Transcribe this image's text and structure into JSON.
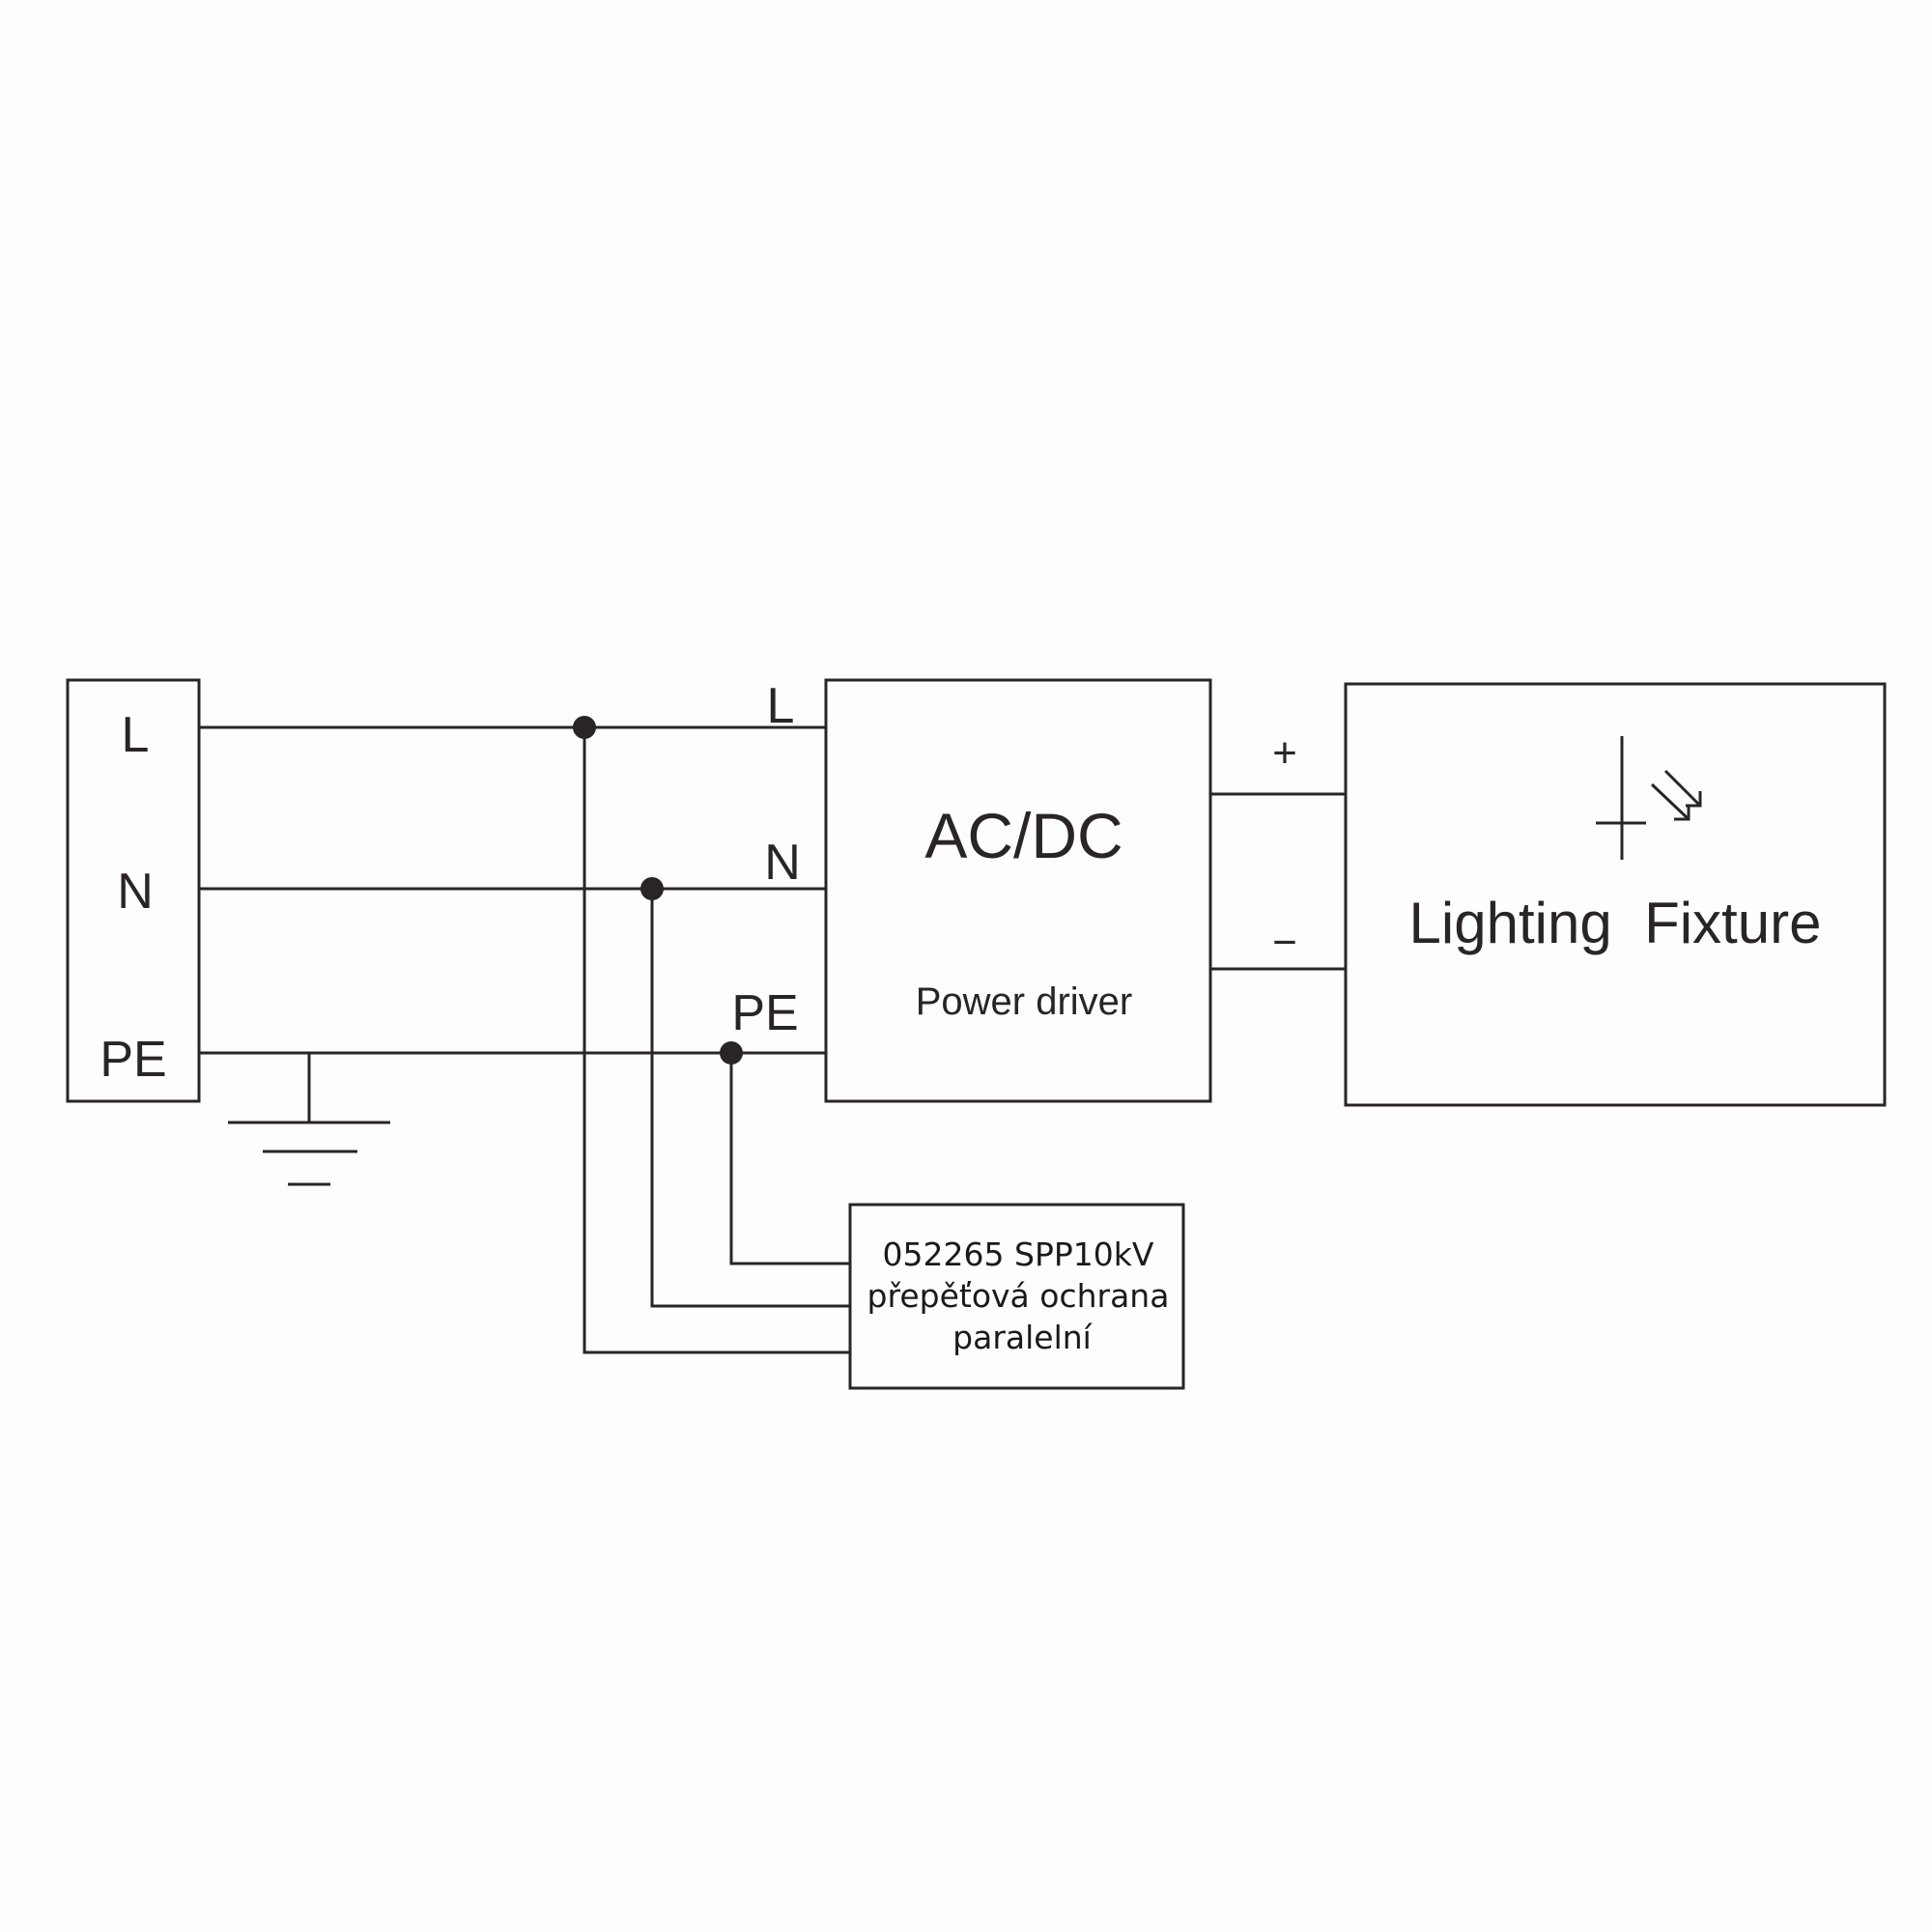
{
  "terminals": {
    "l": "L",
    "n": "N",
    "pe": "PE"
  },
  "driver": {
    "in_l": "L",
    "in_n": "N",
    "in_pe": "PE",
    "title": "AC/DC",
    "subtitle": "Power driver",
    "plus": "+",
    "minus": "−"
  },
  "fixture": {
    "label": "Lighting  Fixture",
    "icon": "led-icon"
  },
  "protector": {
    "line1": "052265 SPP10kV",
    "line2": "přepěťová ochrana",
    "line3": "paralelní"
  },
  "colors": {
    "ink": "#2a2525",
    "background": "#fdfdfd"
  }
}
